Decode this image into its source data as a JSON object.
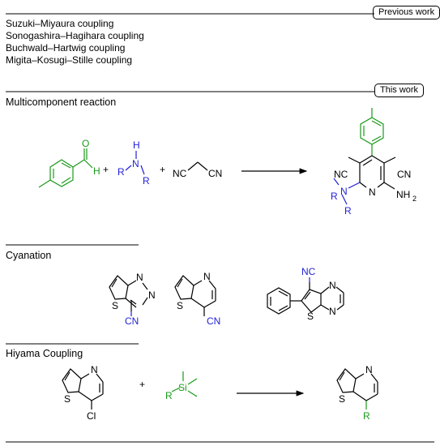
{
  "previous_work": {
    "tag": "Previous work",
    "couplings": [
      "Suzuki–Miyaura coupling",
      "Sonogashira–Hagihara coupling",
      "Buchwald–Hartwig coupling",
      "Migita–Kosugi–Stille coupling"
    ]
  },
  "this_work": {
    "tag": "This work"
  },
  "multicomponent": {
    "title": "Multicomponent reaction",
    "aldehyde_H": "H",
    "aldehyde_O": "O",
    "plus": "+",
    "amine_H": "H",
    "amine_N": "N",
    "amine_R1": "R",
    "amine_R2": "R",
    "malononitrile_left": "NC",
    "malononitrile_right": "CN",
    "product_NC": "NC",
    "product_CN": "CN",
    "product_N_amine": "N",
    "product_R1": "R",
    "product_R2": "R",
    "product_N_ring": "N",
    "product_NH2": "NH",
    "product_NH2_sub": "2"
  },
  "cyanation": {
    "title": "Cyanation",
    "m1_N1": "N",
    "m1_N2": "N",
    "m1_S": "S",
    "m1_CN": "CN",
    "m2_N": "N",
    "m2_S": "S",
    "m2_CN": "CN",
    "m3_NC": "NC",
    "m3_N1": "N",
    "m3_N2": "N",
    "m3_S": "S"
  },
  "hiyama": {
    "title": "Hiyama Coupling",
    "sm_N": "N",
    "sm_S": "S",
    "sm_Cl": "Cl",
    "plus": "+",
    "reagent_R": "R",
    "reagent_Si": "Si",
    "prod_N": "N",
    "prod_S": "S",
    "prod_R": "R"
  },
  "colors": {
    "green": "#1a9a1a",
    "blue": "#1f1fd6",
    "black": "#000000"
  }
}
